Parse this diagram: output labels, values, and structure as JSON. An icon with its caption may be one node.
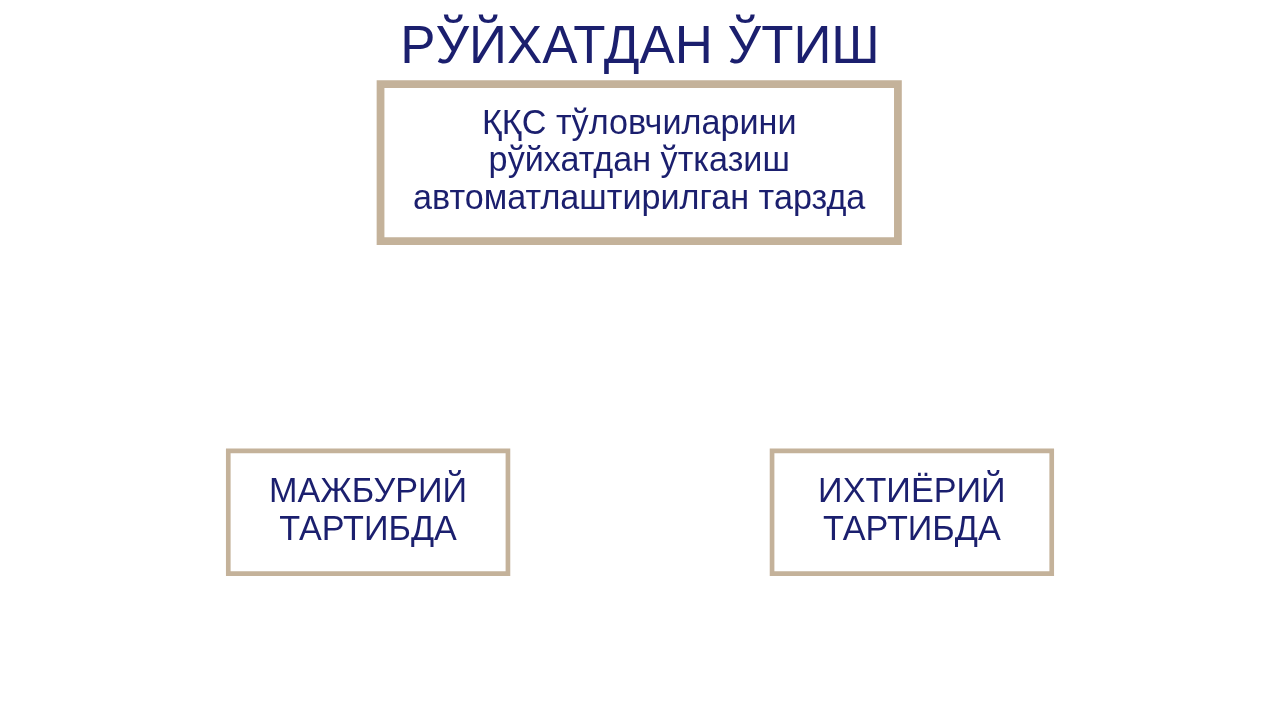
{
  "diagram": {
    "title": "РЎЙХАТДАН ЎТИШ",
    "nodes": [
      {
        "text": [
          "ҚҚС тўловчиларини рўйхатдан ўтказиш автоматлаштирилган тарзда"
        ]
      },
      {
        "text": [
          "МАЖБУРИЙ ТАРТИБДА"
        ]
      },
      {
        "text": [
          "ИХТИЁРИЙ ТАРТИБДА"
        ]
      }
    ],
    "edges": []
  }
}
